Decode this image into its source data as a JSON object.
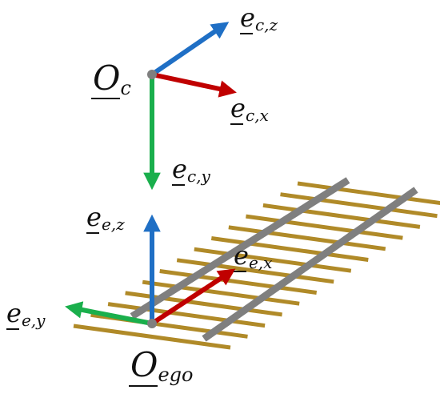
{
  "camera_frame": {
    "origin": {
      "base": "O",
      "sub": "c"
    },
    "axes": {
      "z": {
        "base": "e",
        "sub": "c,z",
        "color": "#1f6fc5"
      },
      "x": {
        "base": "e",
        "sub": "c,x",
        "color": "#c00000"
      },
      "y": {
        "base": "e",
        "sub": "c,y",
        "color": "#1aaf4c"
      }
    }
  },
  "ego_frame": {
    "origin": {
      "base": "O",
      "sub": "ego"
    },
    "axes": {
      "z": {
        "base": "e",
        "sub": "e,z",
        "color": "#1f6fc5"
      },
      "x": {
        "base": "e",
        "sub": "e,x",
        "color": "#c00000"
      },
      "y": {
        "base": "e",
        "sub": "e,y",
        "color": "#1aaf4c"
      }
    }
  },
  "track": {
    "rail_color": "#7f7f7f",
    "sleeper_color": "#b08a28"
  },
  "origin_dot_color": "#7f7f7f"
}
